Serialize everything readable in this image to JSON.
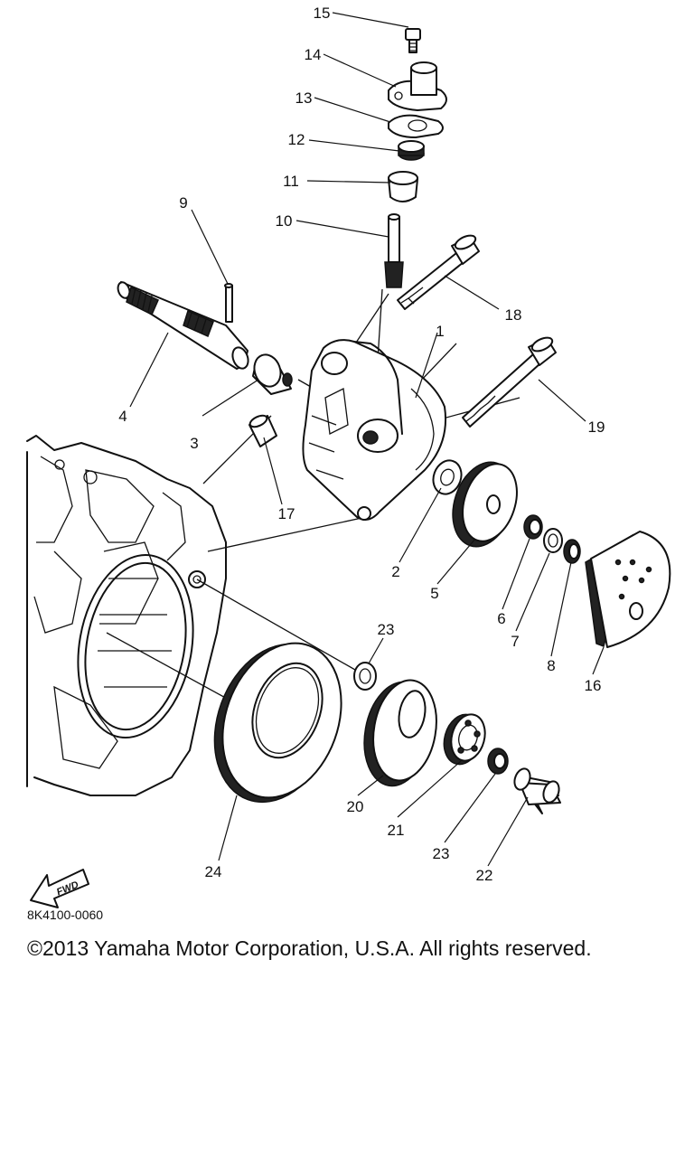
{
  "diagram": {
    "part_callouts": [
      "1",
      "2",
      "3",
      "4",
      "5",
      "6",
      "7",
      "8",
      "9",
      "10",
      "11",
      "12",
      "13",
      "14",
      "15",
      "16",
      "17",
      "18",
      "19",
      "20",
      "21",
      "22",
      "23",
      "23",
      "24"
    ],
    "fwd_label": "FWD",
    "diagram_code": "8K4100-0060"
  },
  "footer": {
    "copyright": "©2013 Yamaha Motor Corporation, U.S.A. All rights reserved."
  }
}
